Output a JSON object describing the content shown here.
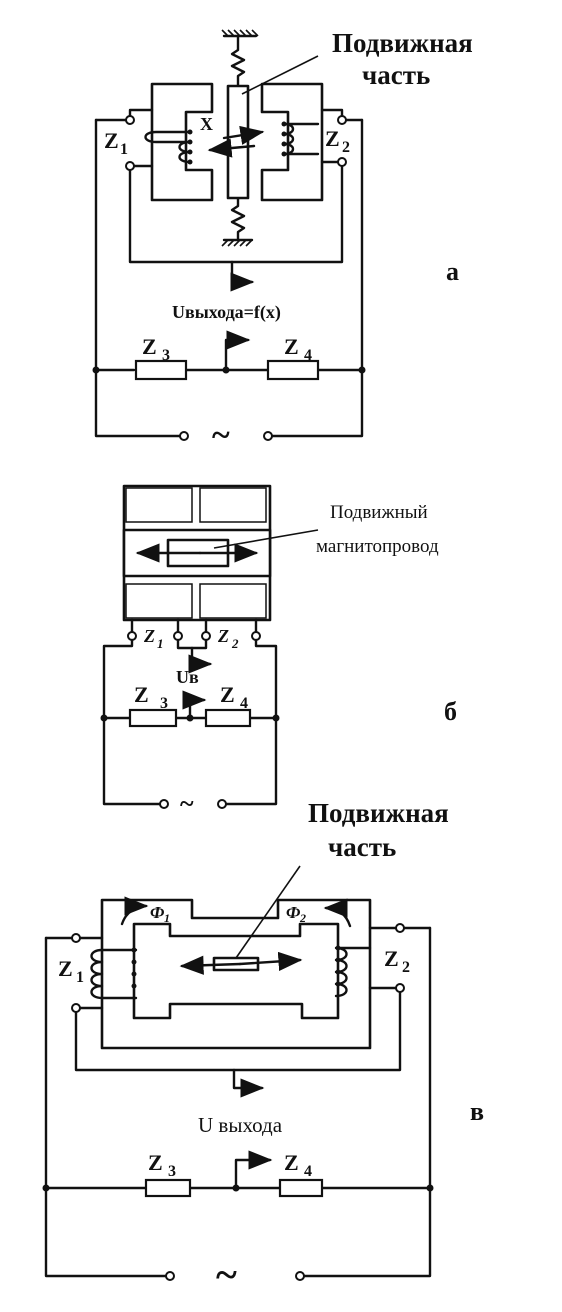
{
  "diagram_a": {
    "label": "а",
    "moving_part": [
      "Подвижная",
      "часть"
    ],
    "z1": "Z",
    "z1_sub": "1",
    "z2": "Z",
    "z2_sub": "2",
    "x_label": "X",
    "output": "Uвыхода=f(x)",
    "z3": "Z",
    "z3_sub": "3",
    "z4": "Z",
    "z4_sub": "4",
    "ac": "~"
  },
  "diagram_b": {
    "label": "б",
    "moving_core": [
      "Подвижный",
      "магнитопровод"
    ],
    "z1": "Z",
    "z1_sub": "1",
    "z2": "Z",
    "z2_sub": "2",
    "output": "Uв",
    "z3": "Z",
    "z3_sub": "3",
    "z4": "Z",
    "z4_sub": "4",
    "ac": "~"
  },
  "diagram_v": {
    "label": "в",
    "moving_part": [
      "Подвижная",
      "часть"
    ],
    "phi1": "Ф",
    "phi1_sub": "1",
    "phi2": "Ф",
    "phi2_sub": "2",
    "z1": "Z",
    "z1_sub": "1",
    "z2": "Z",
    "z2_sub": "2",
    "output": "U выхода",
    "z3": "Z",
    "z3_sub": "3",
    "z4": "Z",
    "z4_sub": "4",
    "ac": "~"
  }
}
